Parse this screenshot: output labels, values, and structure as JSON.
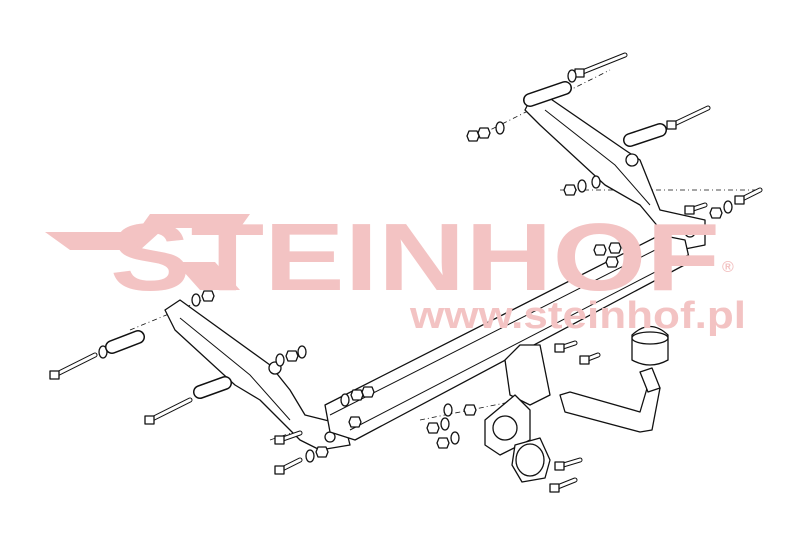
{
  "watermark": {
    "brand": "STEINHOF",
    "registered": "®",
    "website": "www.steinhof.pl",
    "color": "#f3c3c3"
  },
  "diagram": {
    "parts": [
      "main-crossbar",
      "left-mounting-bracket",
      "right-mounting-bracket",
      "tow-ball-arm",
      "tow-ball",
      "socket-plate",
      "electrical-socket",
      "bolts",
      "washers",
      "nuts",
      "spacer-sleeves"
    ]
  }
}
